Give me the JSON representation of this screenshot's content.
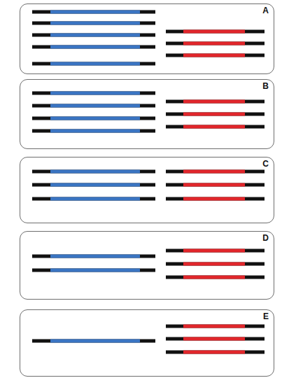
{
  "diagram": {
    "nodes": [
      {
        "text": [
          "A"
        ]
      },
      {
        "text": [
          "B"
        ]
      },
      {
        "text": [
          "C"
        ]
      },
      {
        "text": [
          "D"
        ]
      },
      {
        "text": [
          "E"
        ]
      }
    ]
  }
}
